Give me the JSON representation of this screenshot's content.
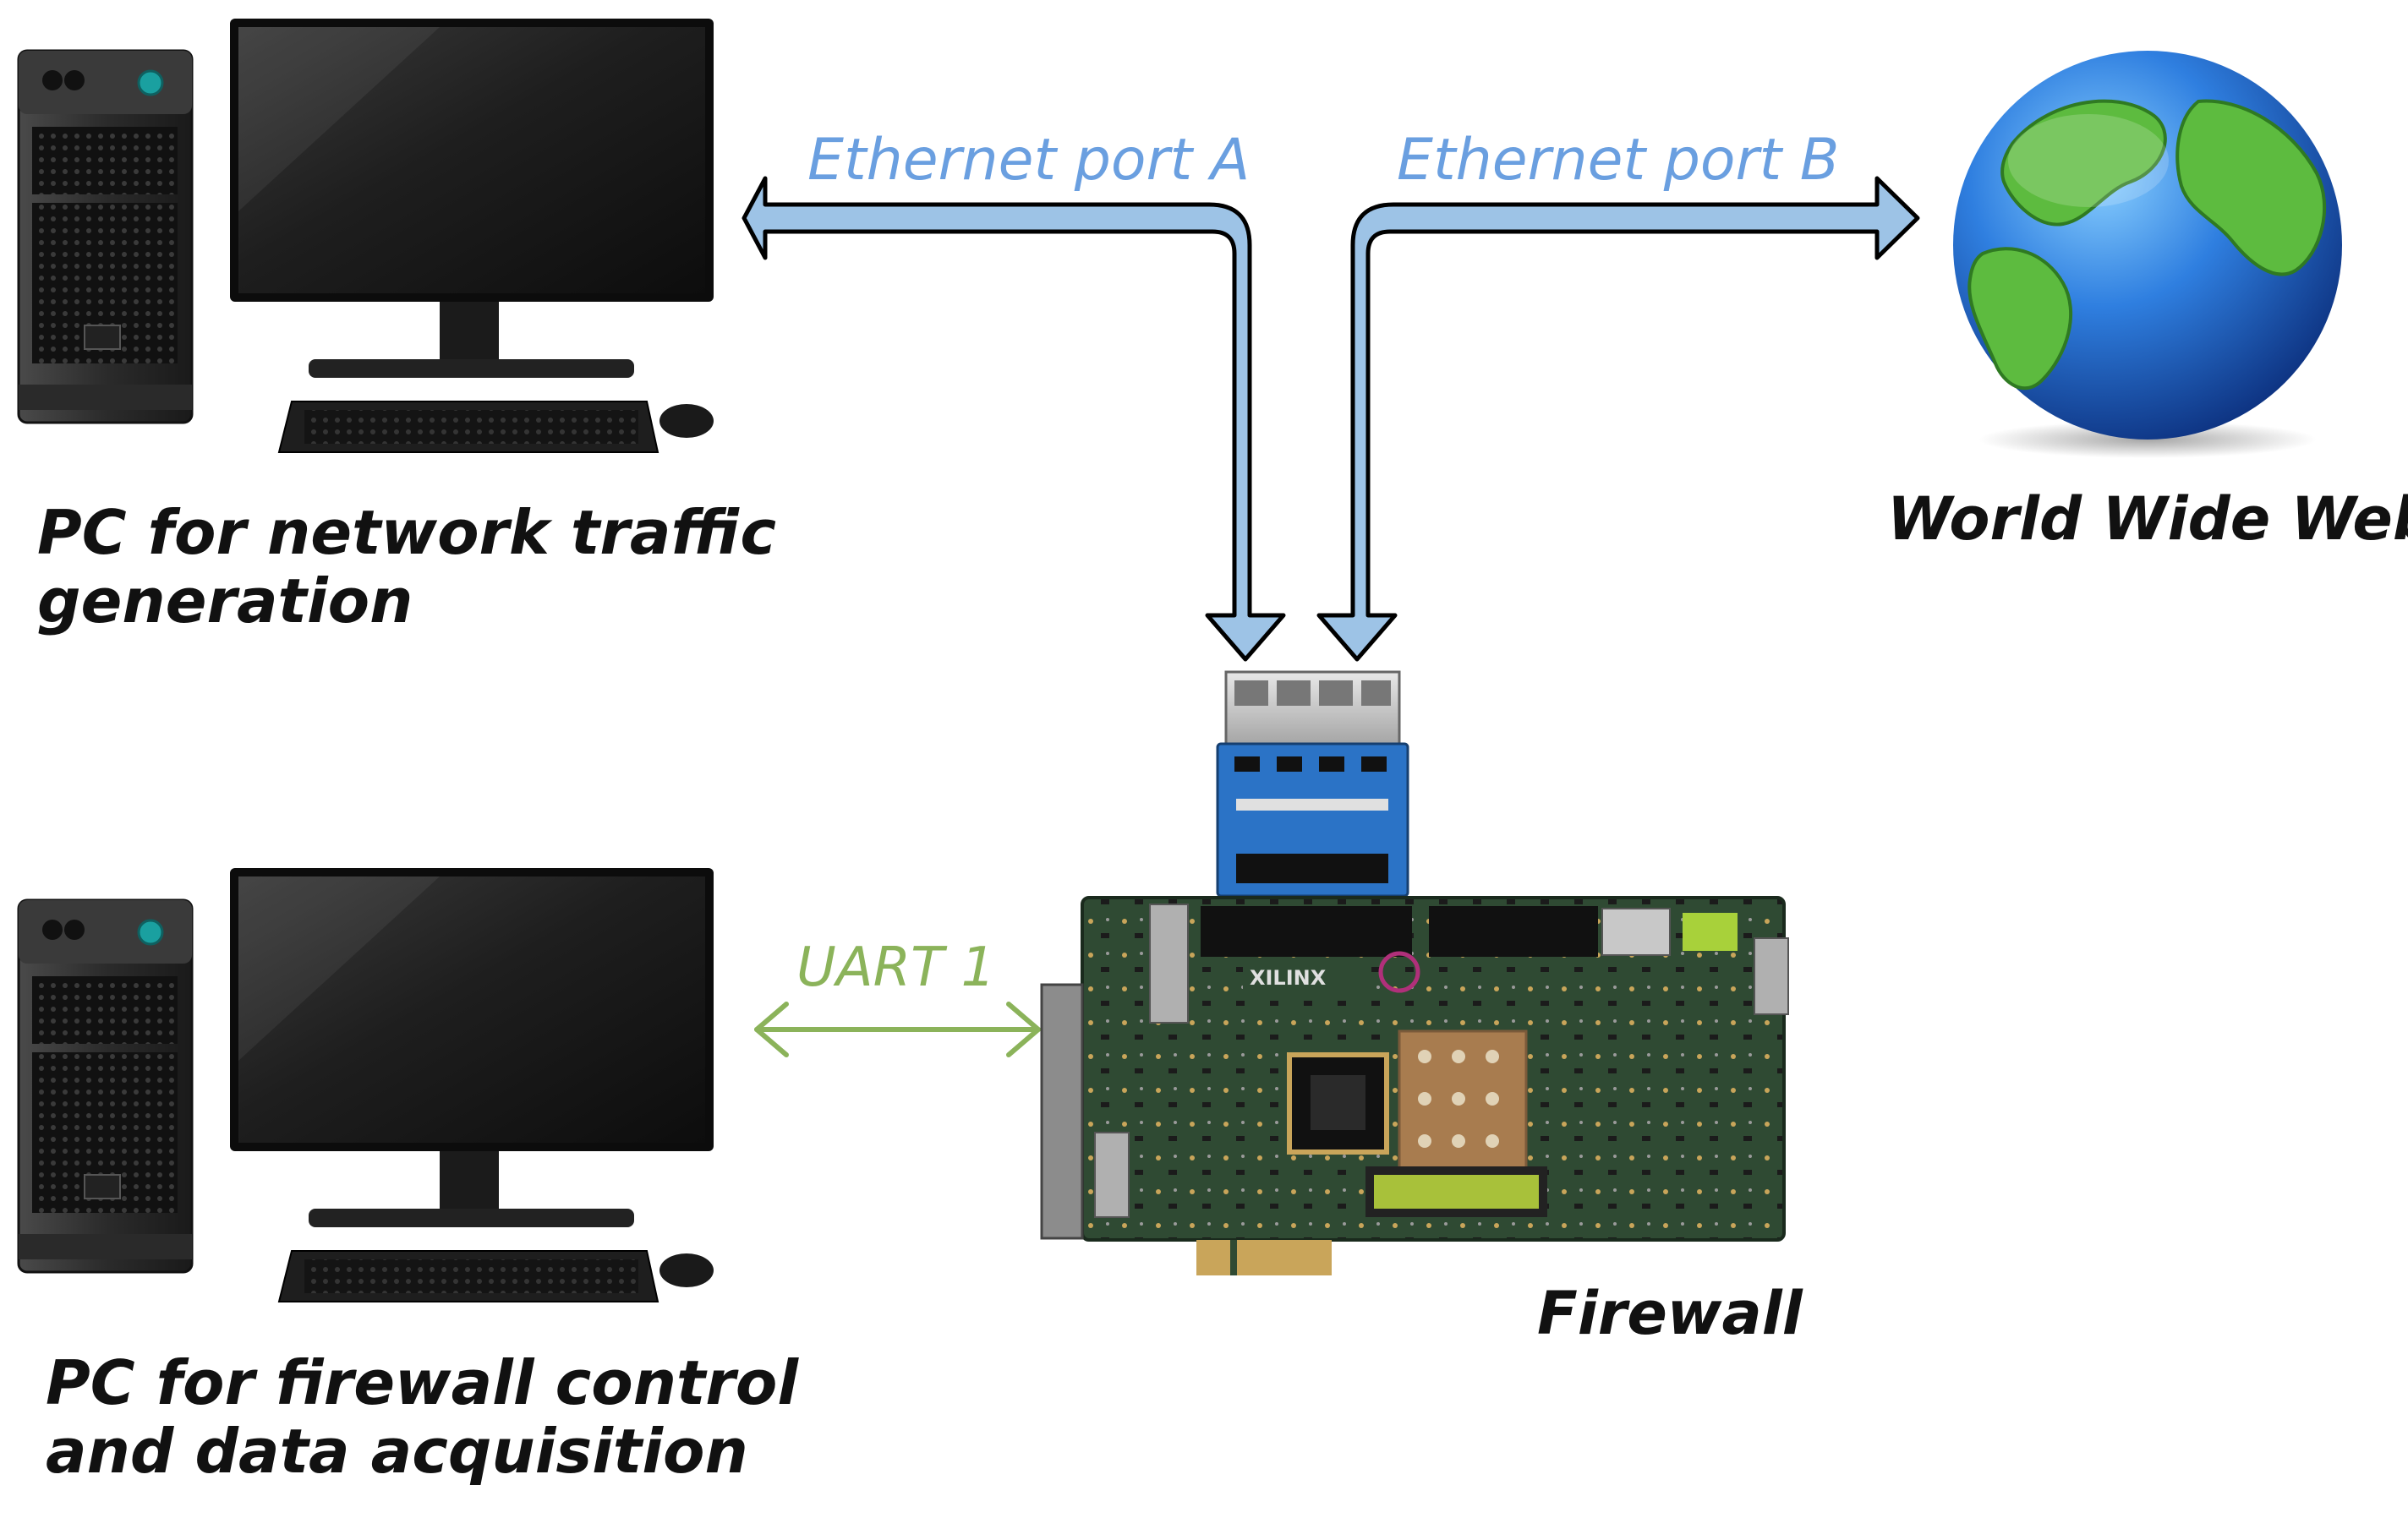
{
  "colors": {
    "ethernet_arrow_fill": "#9dc3e6",
    "ethernet_arrow_stroke": "#000000",
    "ethernet_label": "#6a9fe0",
    "uart_arrow": "#8bb35a",
    "uart_label": "#8bb35a",
    "board_pcb": "#2f4a33",
    "expansion_card": "#2b73c6",
    "monitor": "#1a1a1a",
    "globe_ocean": "#2a66c8",
    "globe_land": "#55b34a"
  },
  "icons": {
    "pc_top": "desktop-computer-icon",
    "pc_bottom": "desktop-computer-icon",
    "globe": "globe-icon",
    "board": "fpga-board-icon",
    "ethernet_card": "ethernet-expansion-card-icon"
  },
  "nodes": {
    "pc_traffic": {
      "label_line1": "PC for network traffic",
      "label_line2": "generation"
    },
    "pc_control": {
      "label_line1": "PC for firewall control",
      "label_line2": "and data acquisition"
    },
    "internet": {
      "label": "World Wide Web"
    },
    "firewall": {
      "label": "Firewall",
      "chip_brand": "XILINX"
    }
  },
  "links": {
    "eth_a": {
      "label": "Ethernet port A"
    },
    "eth_b": {
      "label": "Ethernet port B"
    },
    "uart": {
      "label": "UART 1"
    }
  }
}
